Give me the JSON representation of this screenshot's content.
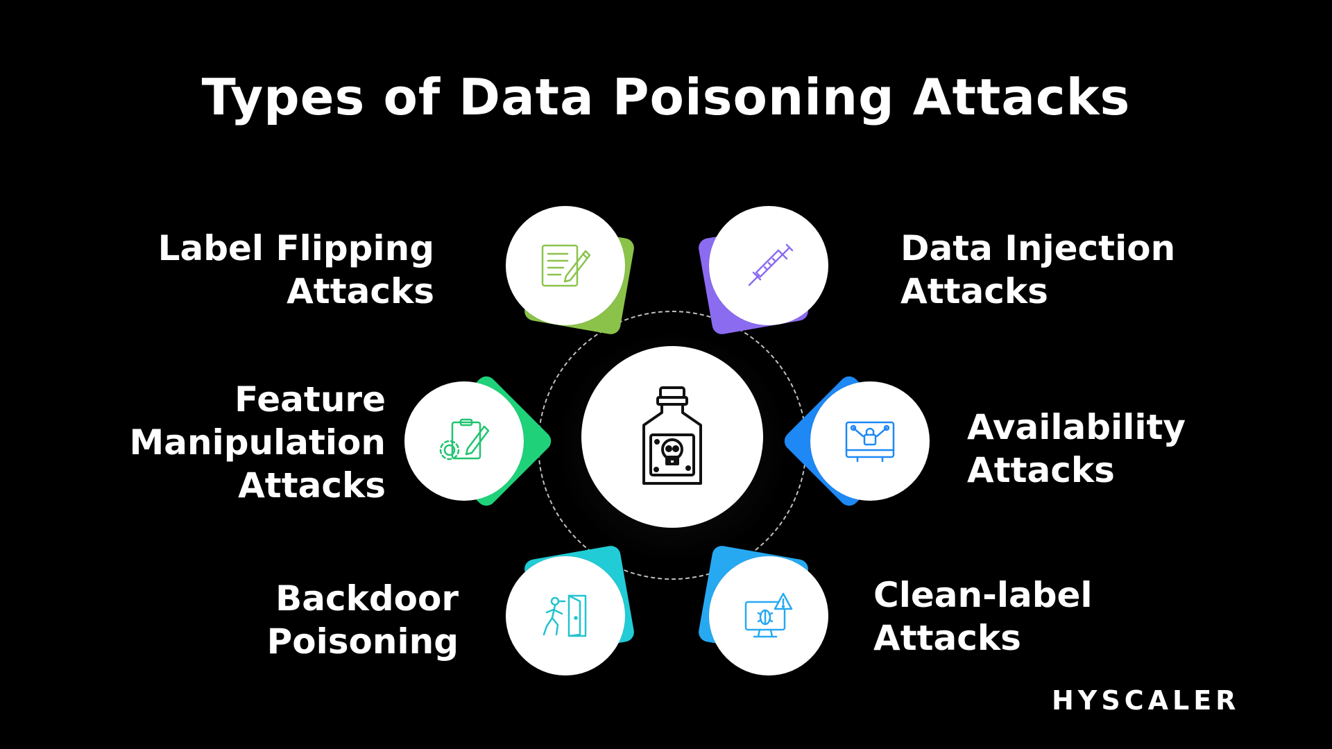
{
  "title": "Types of Data Poisoning Attacks",
  "center": {
    "icon": "poison-bottle-icon"
  },
  "items": [
    {
      "line1": "Label Flipping",
      "line2": "Attacks",
      "line3": "",
      "icon": "document-edit-icon",
      "color": "#8BC34A"
    },
    {
      "line1": "Data Injection",
      "line2": "Attacks",
      "line3": "",
      "icon": "syringe-icon",
      "color": "#8B6CF0"
    },
    {
      "line1": "Feature",
      "line2": "Manipulation",
      "line3": "Attacks",
      "icon": "gear-edit-icon",
      "color": "#1FD27A"
    },
    {
      "line1": "Availability",
      "line2": "Attacks",
      "line3": "",
      "icon": "locked-screen-icon",
      "color": "#1E88F5"
    },
    {
      "line1": "Backdoor",
      "line2": "Poisoning",
      "line3": "",
      "icon": "exit-door-icon",
      "color": "#22CCD6"
    },
    {
      "line1": "Clean-label",
      "line2": "Attacks",
      "line3": "",
      "icon": "bug-monitor-icon",
      "color": "#27A9F2"
    }
  ],
  "brand": "HYSCALER"
}
